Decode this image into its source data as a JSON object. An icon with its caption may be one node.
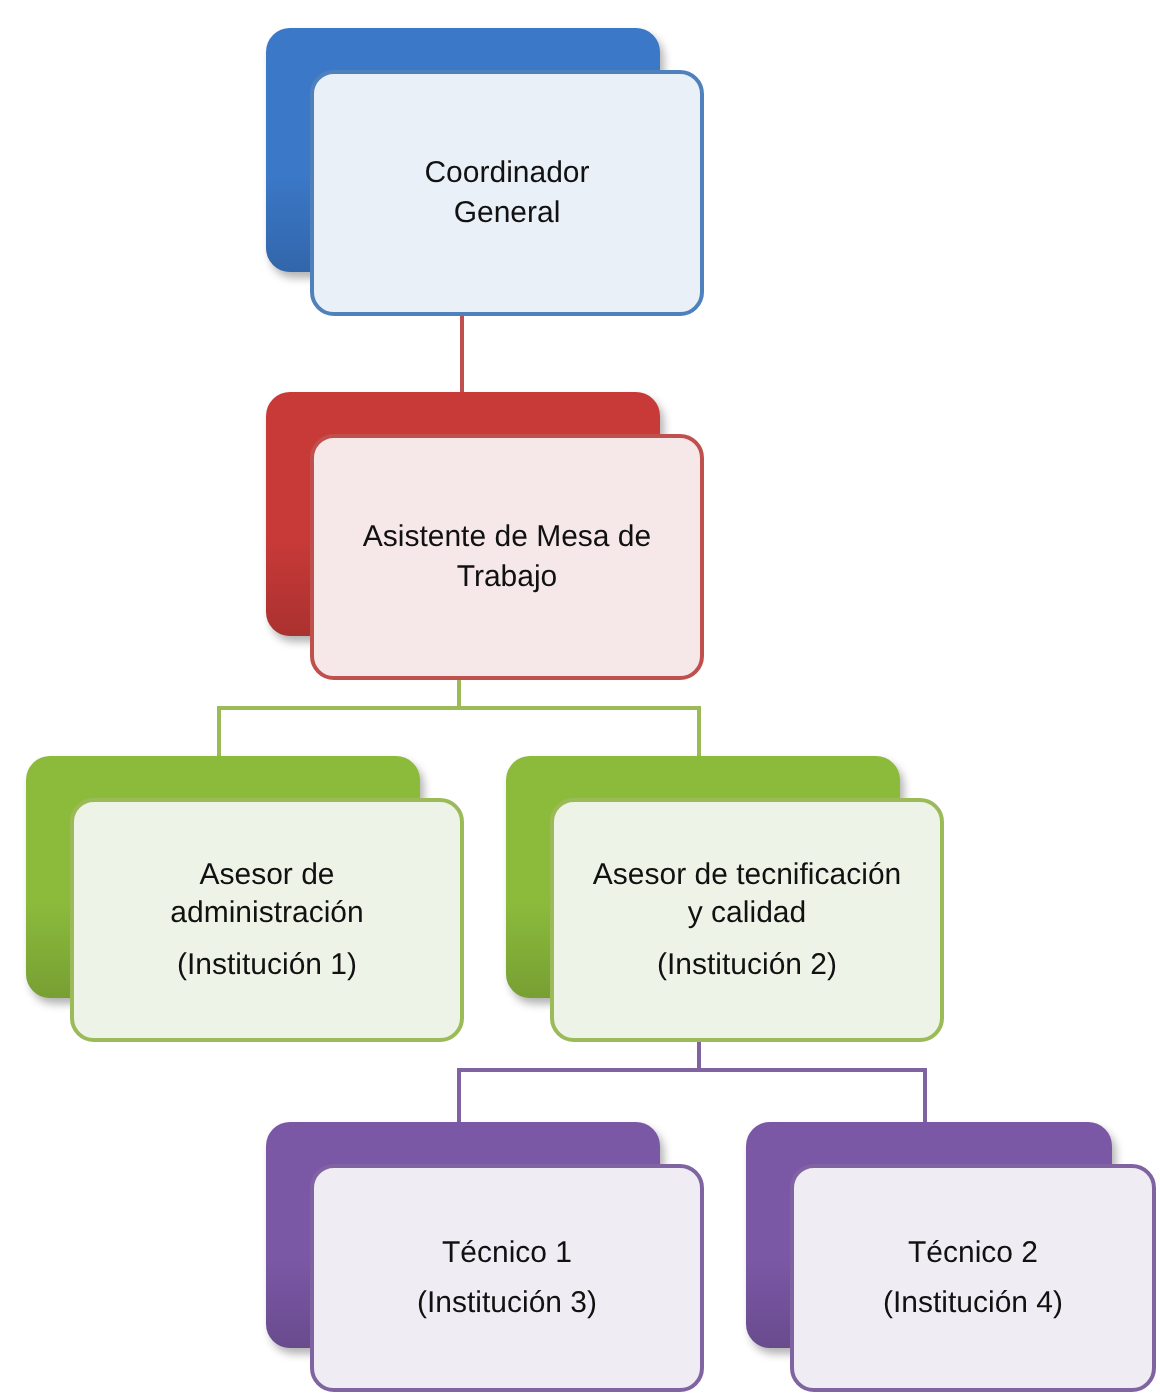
{
  "diagram": {
    "nodes": [
      {
        "text": [
          "Coordinador General"
        ]
      },
      {
        "text": [
          "Asistente de Mesa de Trabajo"
        ]
      },
      {
        "text": [
          "Asesor de administración",
          "(Institución 1)"
        ]
      },
      {
        "text": [
          "Asesor de tecnificación y calidad",
          "(Institución 2)"
        ]
      },
      {
        "text": [
          "Técnico 1",
          "(Institución 3)"
        ]
      },
      {
        "text": [
          "Técnico 2",
          "(Institución 4)"
        ]
      }
    ],
    "edges": [
      {
        "from": 0,
        "to": 1,
        "arrow": "none",
        "color": "#c0504d"
      },
      {
        "from": 1,
        "to": 2,
        "arrow": "none",
        "color": "#9bbb59"
      },
      {
        "from": 1,
        "to": 3,
        "arrow": "none",
        "color": "#9bbb59"
      },
      {
        "from": 3,
        "to": 4,
        "arrow": "none",
        "color": "#8064a2"
      },
      {
        "from": 3,
        "to": 5,
        "arrow": "none",
        "color": "#8064a2"
      }
    ]
  }
}
